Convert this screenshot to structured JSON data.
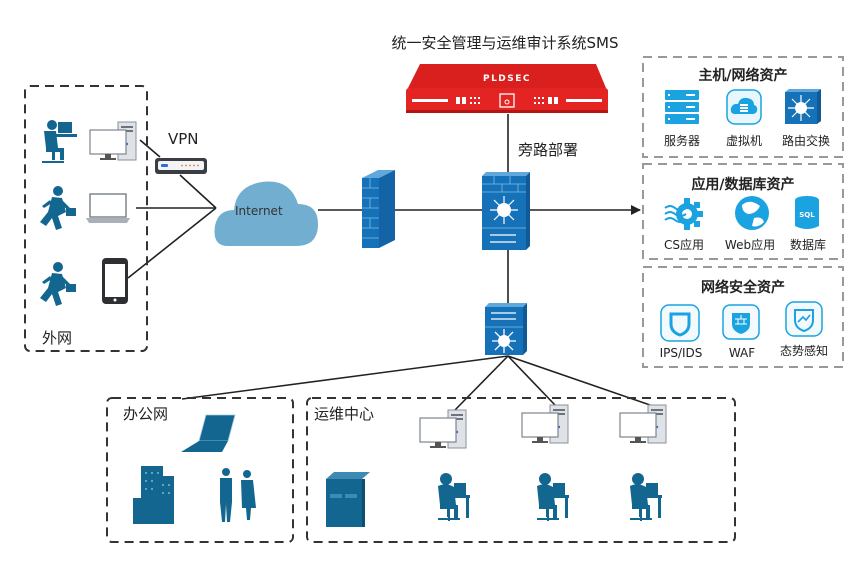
{
  "title": "统一安全管理与运维审计系统SMS",
  "appliance": {
    "brand": "PLDSEC",
    "color": "#e02020"
  },
  "bypass_label": "旁路部署",
  "vpn_label": "VPN",
  "internet_label": "Internet",
  "zones": {
    "external": {
      "label": "外网",
      "icons": [
        "desk-worker-icon",
        "desktop-pc-icon",
        "running-businessman-icon",
        "laptop-icon",
        "running-businessman-icon",
        "smartphone-icon"
      ]
    },
    "office": {
      "label": "办公网",
      "icons": [
        "laptop-icon",
        "office-building-icon",
        "business-people-icon"
      ]
    },
    "ops": {
      "label": "运维中心",
      "icons": [
        "server-cabinet-icon",
        "desktop-pc-icon",
        "desktop-pc-icon",
        "desktop-pc-icon",
        "operator-icon",
        "operator-icon",
        "operator-icon"
      ]
    }
  },
  "asset_groups": [
    {
      "title": "主机/网络资产",
      "items": [
        {
          "label": "服务器",
          "icon": "server-icon"
        },
        {
          "label": "虚拟机",
          "icon": "cloud-vm-icon"
        },
        {
          "label": "路由交换",
          "icon": "router-switch-icon"
        }
      ]
    },
    {
      "title": "应用/数据库资产",
      "items": [
        {
          "label": "CS应用",
          "icon": "gear-wave-icon"
        },
        {
          "label": "Web应用",
          "icon": "web-globe-icon"
        },
        {
          "label": "数据库",
          "icon": "sql-database-icon"
        }
      ]
    },
    {
      "title": "网络安全资产",
      "items": [
        {
          "label": "IPS/IDS",
          "icon": "shield-icon"
        },
        {
          "label": "WAF",
          "icon": "waf-shield-icon"
        },
        {
          "label": "态势感知",
          "icon": "trend-shield-icon"
        }
      ]
    }
  ],
  "colors": {
    "device_blue": "#1672b8",
    "cloud": "#72aecf",
    "asset_blue": "#1aa3e0",
    "people": "#13668f"
  }
}
